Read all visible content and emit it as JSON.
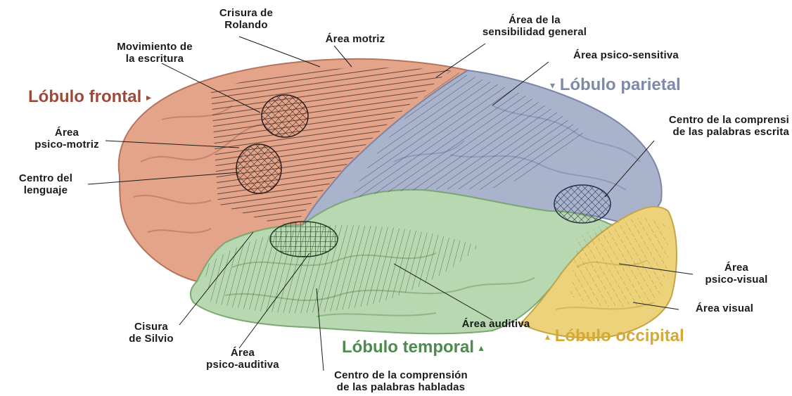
{
  "colors": {
    "frontal": "#e3a48a",
    "parietal": "#aab3cc",
    "temporal": "#b7d8b0",
    "occipital": "#ecd27a",
    "frontal_label": "#9c4a3a",
    "parietal_label": "#7f8aa8",
    "temporal_label": "#4c8a4d",
    "occipital_label": "#d6a933"
  },
  "lobes": {
    "frontal": "Lóbulo frontal",
    "parietal": "Lóbulo parietal",
    "temporal": "Lóbulo temporal",
    "occipital": "Lóbulo occipital",
    "frontal_arrow": "▸",
    "parietal_arrow": "▾",
    "temporal_arrow": "▴",
    "occipital_arrow": "▴"
  },
  "labels": {
    "crisura_rolando": [
      "Crisura de",
      "Rolando"
    ],
    "area_motriz": [
      "Área motriz"
    ],
    "sensibilidad_general": [
      "Área de la",
      "sensibilidad general"
    ],
    "movimiento_escritura": [
      "Movimiento de",
      "la escritura"
    ],
    "psico_sensitiva": [
      "Área psico-sensitiva"
    ],
    "psico_motriz": [
      "Área",
      "psico-motriz"
    ],
    "centro_lenguaje": [
      "Centro del",
      "lenguaje"
    ],
    "comprension_escritas": [
      "Centro de la comprensi",
      "de las palabras escrita"
    ],
    "psico_visual": [
      "Área",
      "psico-visual"
    ],
    "area_visual": [
      "Área visual"
    ],
    "area_auditiva": [
      "Área auditiva"
    ],
    "cisura_silvio": [
      "Cisura",
      "de Silvio"
    ],
    "psico_auditiva": [
      "Área",
      "psico-auditiva"
    ],
    "comprension_habladas": [
      "Centro de la comprensión",
      "de las palabras habladas"
    ]
  }
}
